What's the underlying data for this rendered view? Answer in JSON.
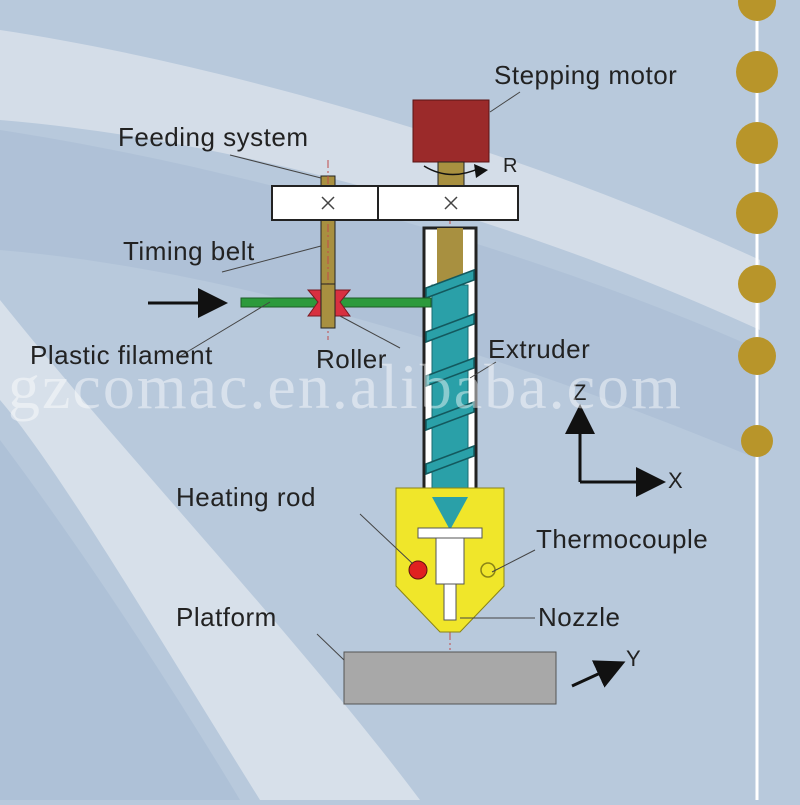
{
  "labels": {
    "stepping_motor": "Stepping motor",
    "feeding_system": "Feeding system",
    "timing_belt": "Timing belt",
    "plastic_filament": "Plastic filament",
    "roller": "Roller",
    "extruder": "Extruder",
    "heating_rod": "Heating rod",
    "thermocouple": "Thermocouple",
    "platform": "Platform",
    "nozzle": "Nozzle"
  },
  "axes": {
    "z": "Z",
    "x": "X",
    "y": "Y",
    "rotation": "R"
  },
  "watermark": "gzcomac.en.alibaba.com",
  "colors": {
    "background": "#b8c9dc",
    "motor": "#9b2a2a",
    "screw": "#2aa0a8",
    "heater_block": "#f0e62a",
    "filament": "#2c9a3c",
    "platform": "#a8a8a8",
    "dots": "#b8952a"
  }
}
